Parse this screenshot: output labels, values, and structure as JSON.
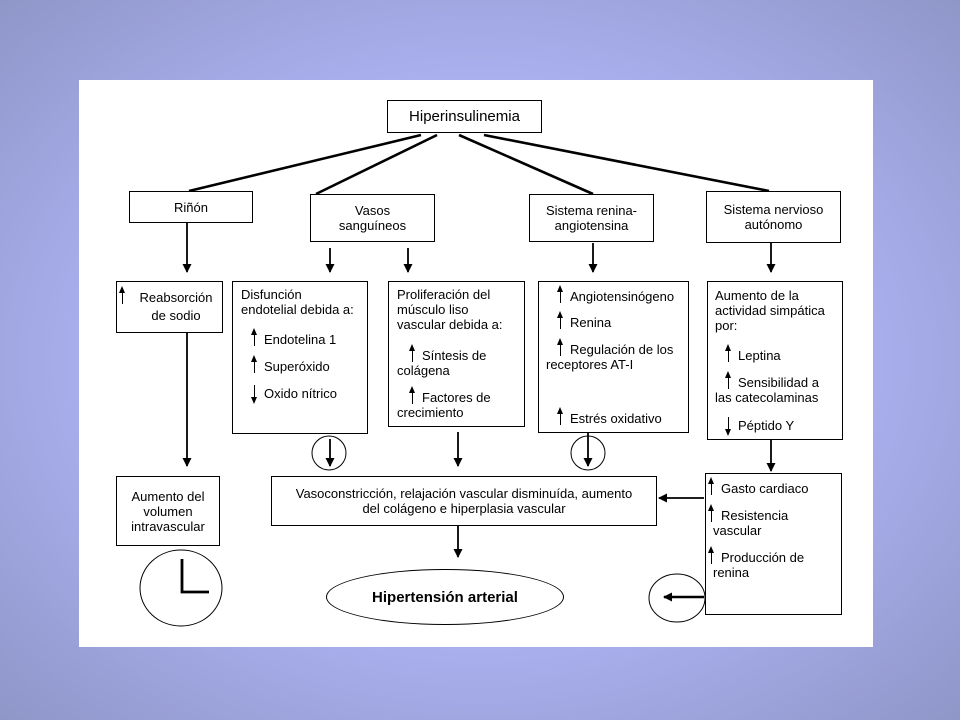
{
  "diagram": {
    "root": "Hiperinsulinemia",
    "categories": {
      "rinon": "Riñón",
      "vasos": [
        "Vasos",
        "sanguíneos"
      ],
      "renina": [
        "Sistema renina-",
        "angiotensina"
      ],
      "nervioso": [
        "Sistema nervioso",
        "autónomo"
      ]
    },
    "reabsorcion": [
      "Reabsorción",
      "de sodio"
    ],
    "disfuncion": {
      "title": [
        "Disfunción",
        "endotelial debida a:"
      ],
      "items": [
        "Endotelina 1",
        "Superóxido",
        "Oxido nítrico"
      ]
    },
    "proliferacion": {
      "title": [
        "Proliferación del",
        "músculo liso",
        "vascular debida a:"
      ],
      "item1": [
        "Síntesis de",
        "colágena"
      ],
      "item2": [
        "Factores de",
        "crecimiento"
      ]
    },
    "renina_items": {
      "item1": "Angiotensinógeno",
      "item2": "Renina",
      "item3": [
        "Regulación de los",
        "receptores AT-I"
      ],
      "item4": "Estrés oxidativo"
    },
    "simpatica": {
      "title": [
        "Aumento de la",
        "actividad simpática",
        "por:"
      ],
      "item1": "Leptina",
      "item2": [
        "Sensibilidad a",
        "las catecolaminas"
      ],
      "item3": "Péptido Y"
    },
    "volumen": [
      "Aumento del",
      "volumen",
      "intravascular"
    ],
    "vaso": [
      "Vasoconstricción, relajación vascular disminuída, aumento",
      "del colágeno e hiperplasia vascular"
    ],
    "gasto": {
      "item1": "Gasto cardiaco",
      "item2": [
        "Resistencia",
        "vascular"
      ],
      "item3": [
        "Producción de",
        "renina"
      ]
    },
    "result": "Hipertensión arterial"
  }
}
